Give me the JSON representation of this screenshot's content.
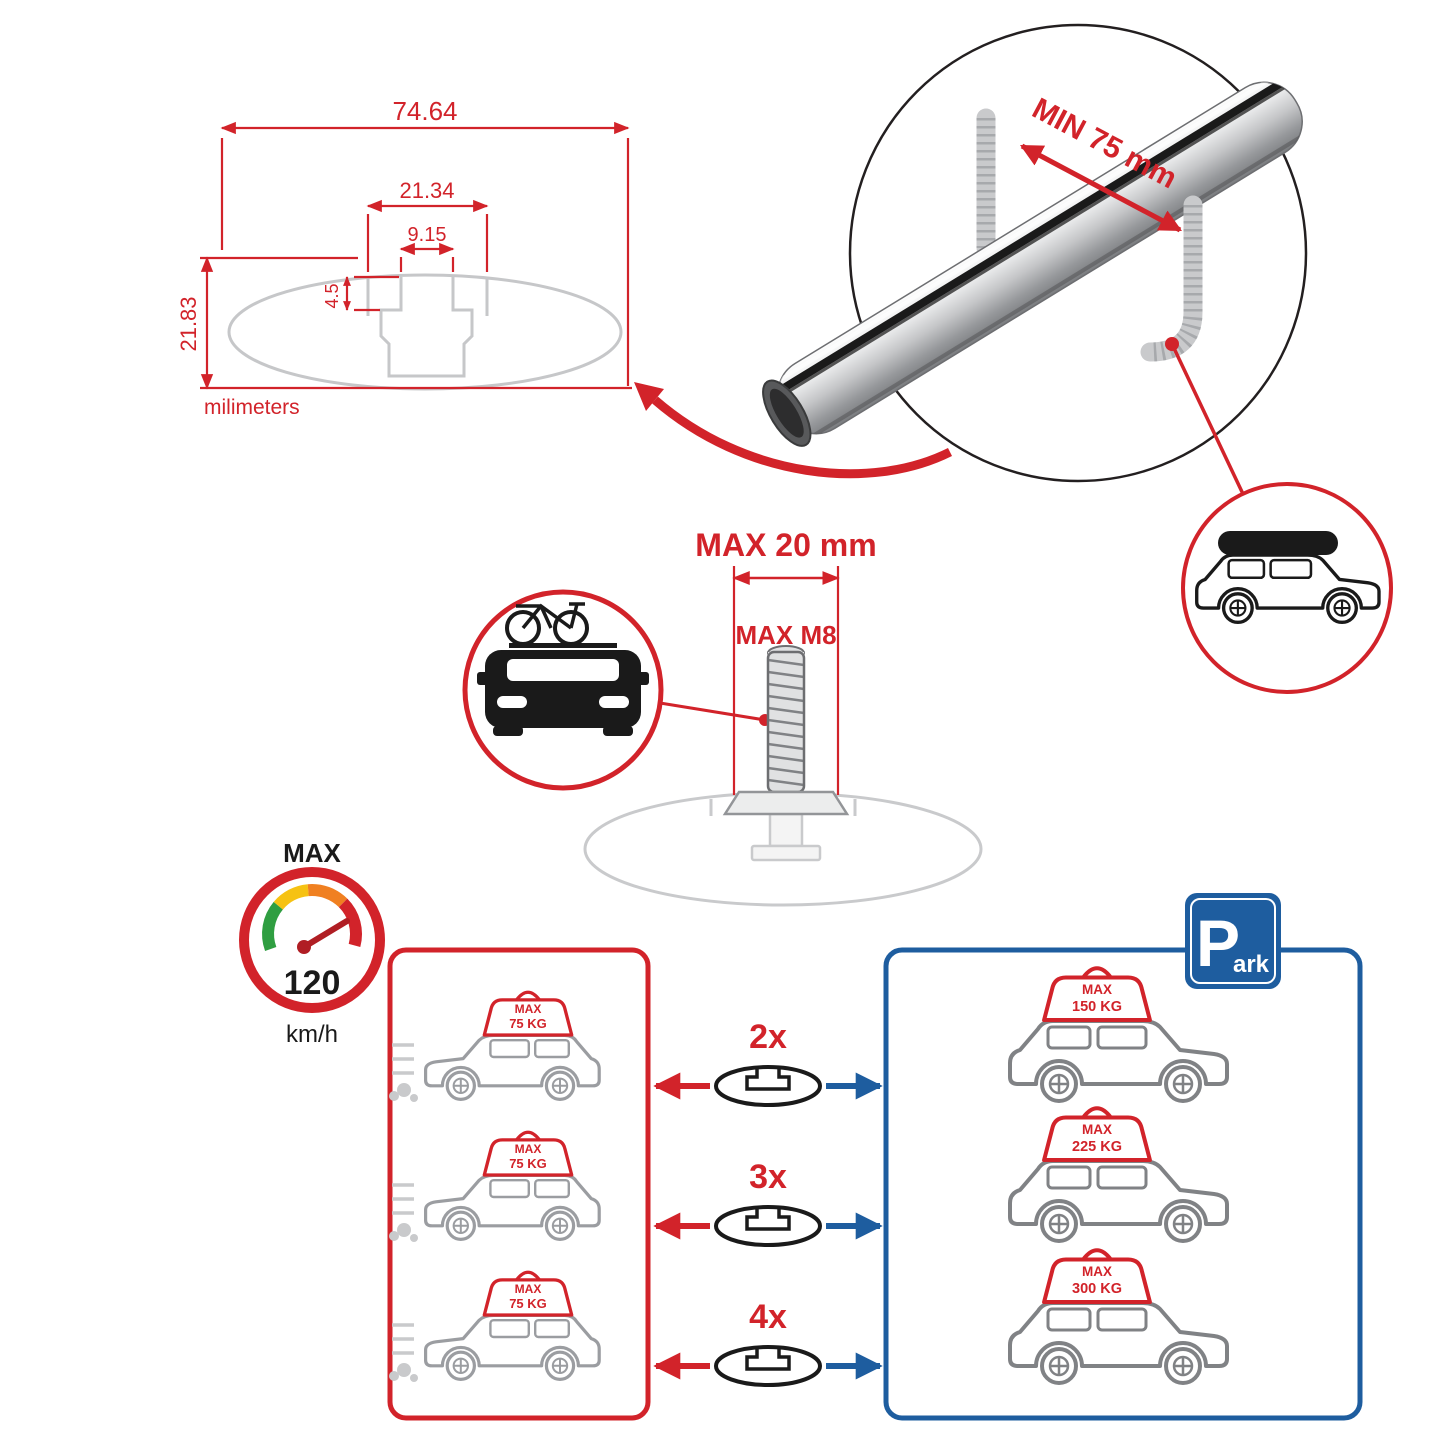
{
  "colors": {
    "red": "#d2232a",
    "blue": "#1e5d9f",
    "gray": "#c9cacc",
    "dark": "#1a1a1a"
  },
  "cross_section": {
    "total_width": "74.64",
    "slot_outer_width": "21.34",
    "slot_opening": "9.15",
    "slot_depth": "4.5",
    "total_height": "21.83",
    "units_label": "milimeters"
  },
  "bar_detail": {
    "min_span_label": "MIN 75 mm"
  },
  "bolt_detail": {
    "max_length_label": "MAX 20 mm",
    "max_thread_label": "MAX M8"
  },
  "speedometer": {
    "label": "MAX",
    "value": "120",
    "unit": "km/h"
  },
  "parking_sign": {
    "letter": "P",
    "suffix": "ark"
  },
  "rows": [
    {
      "count": "2x",
      "left_load_label": "MAX",
      "left_load": "75 KG",
      "right_load_label": "MAX",
      "right_load": "150 KG"
    },
    {
      "count": "3x",
      "left_load_label": "MAX",
      "left_load": "75 KG",
      "right_load_label": "MAX",
      "right_load": "225 KG"
    },
    {
      "count": "4x",
      "left_load_label": "MAX",
      "left_load": "75 KG",
      "right_load_label": "MAX",
      "right_load": "300 KG"
    }
  ]
}
